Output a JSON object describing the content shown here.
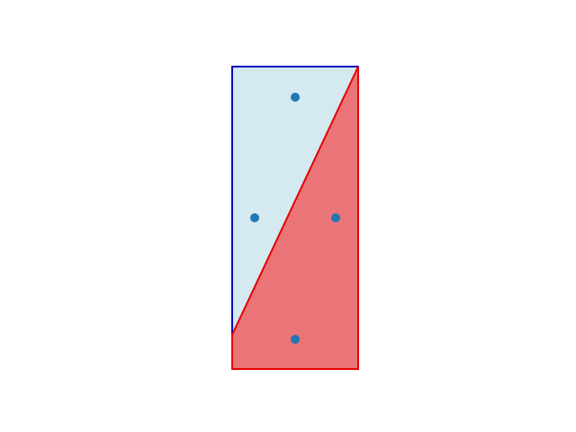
{
  "diagram": {
    "colors": {
      "background": "#ffffff",
      "rectangle_fill": "#d4e9f0",
      "rectangle_stroke": "#0000c0",
      "triangle_fill": "#eb7478",
      "triangle_stroke": "#e60000",
      "point_fill": "#1f77b4"
    },
    "shapes": [
      {
        "kind": "rectangle",
        "name": "blue-rectangle"
      },
      {
        "kind": "triangle",
        "name": "red-triangle"
      }
    ],
    "points_count": 4
  }
}
